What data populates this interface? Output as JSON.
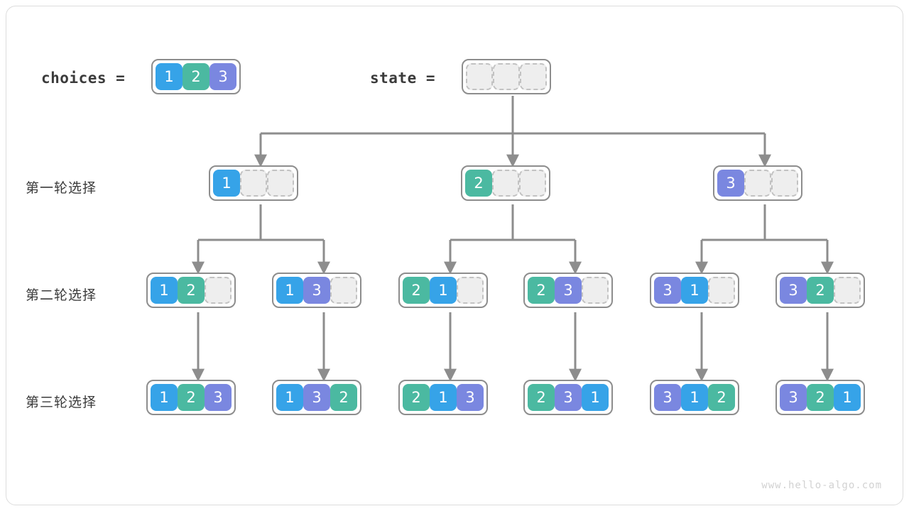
{
  "page": {
    "watermark": "www.hello-algo.com",
    "colors": {
      "value_1": "#36a3e8",
      "value_2": "#4bb9a1",
      "value_3": "#7a87e0",
      "empty_cell_fill": "#eeeeee",
      "empty_cell_border": "#c2c2c2",
      "array_border": "#8d8d8d",
      "wire": "#8d8d8d",
      "text": "#3b3b3b",
      "frame": "#dcdcdc"
    }
  },
  "header": {
    "choices_label": "choices  =",
    "choices_cells": [
      "1",
      "2",
      "3"
    ],
    "state_label": "state  =",
    "state_cells": [
      "",
      "",
      ""
    ]
  },
  "rows": [
    {
      "label": "第一轮选择",
      "nodes": [
        {
          "cells": [
            "1",
            "",
            ""
          ]
        },
        {
          "cells": [
            "2",
            "",
            ""
          ]
        },
        {
          "cells": [
            "3",
            "",
            ""
          ]
        }
      ]
    },
    {
      "label": "第二轮选择",
      "nodes": [
        {
          "cells": [
            "1",
            "2",
            ""
          ]
        },
        {
          "cells": [
            "1",
            "3",
            ""
          ]
        },
        {
          "cells": [
            "2",
            "1",
            ""
          ]
        },
        {
          "cells": [
            "2",
            "3",
            ""
          ]
        },
        {
          "cells": [
            "3",
            "1",
            ""
          ]
        },
        {
          "cells": [
            "3",
            "2",
            ""
          ]
        }
      ]
    },
    {
      "label": "第三轮选择",
      "nodes": [
        {
          "cells": [
            "1",
            "2",
            "3"
          ]
        },
        {
          "cells": [
            "1",
            "3",
            "2"
          ]
        },
        {
          "cells": [
            "2",
            "1",
            "3"
          ]
        },
        {
          "cells": [
            "2",
            "3",
            "1"
          ]
        },
        {
          "cells": [
            "3",
            "1",
            "2"
          ]
        },
        {
          "cells": [
            "3",
            "2",
            "1"
          ]
        }
      ]
    }
  ]
}
